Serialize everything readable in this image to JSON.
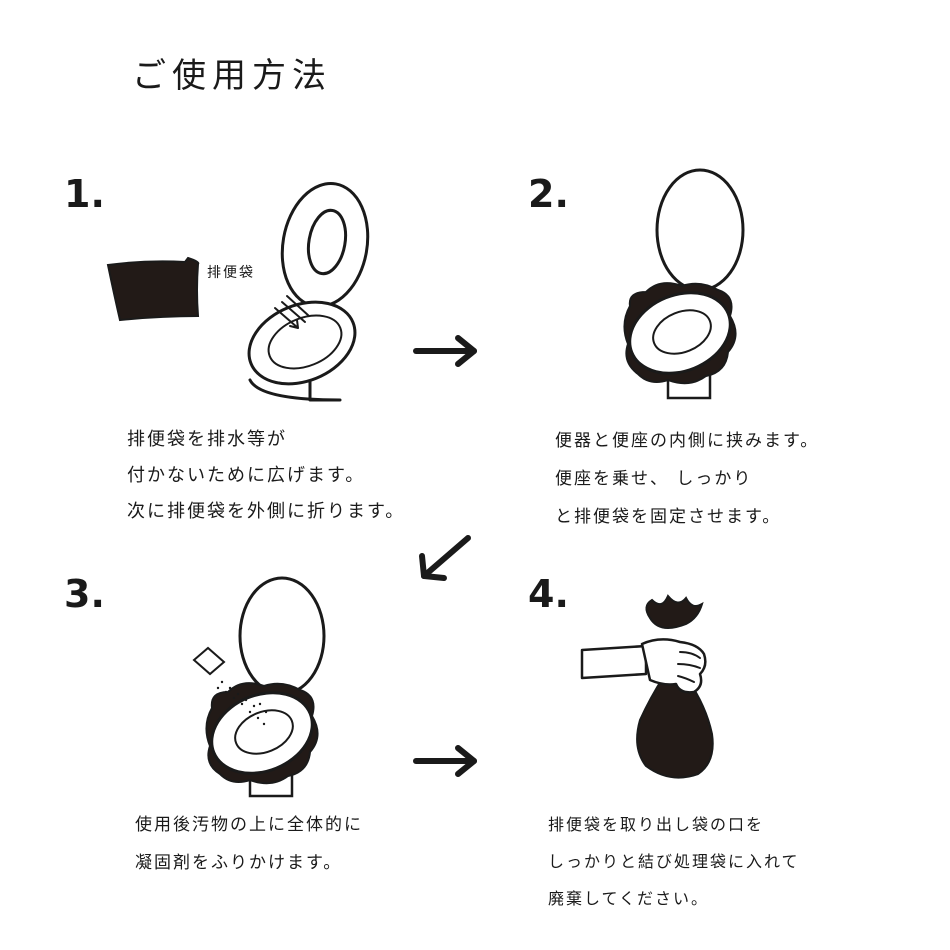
{
  "title": "ご使用方法",
  "colors": {
    "ink": "#1a1a1a",
    "bag": "#221a17",
    "background": "#ffffff"
  },
  "steps": [
    {
      "number": "1.",
      "label": "排便袋",
      "lines": [
        "排便袋を排水等が",
        "付かないために広げます。",
        "次に排便袋を外側に折ります。"
      ]
    },
    {
      "number": "2.",
      "lines": [
        "便器と便座の内側に挟みます。",
        "便座を乗せ、 しっかり",
        "と排便袋を固定させます。"
      ]
    },
    {
      "number": "3.",
      "lines": [
        "使用後汚物の上に全体的に",
        "凝固剤をふりかけます。"
      ]
    },
    {
      "number": "4.",
      "lines": [
        "排便袋を取り出し袋の口を",
        "しっかりと結び処理袋に入れて",
        "廃棄してください。"
      ]
    }
  ],
  "arrows": [
    "arrow-right",
    "arrow-down-left",
    "arrow-right"
  ]
}
